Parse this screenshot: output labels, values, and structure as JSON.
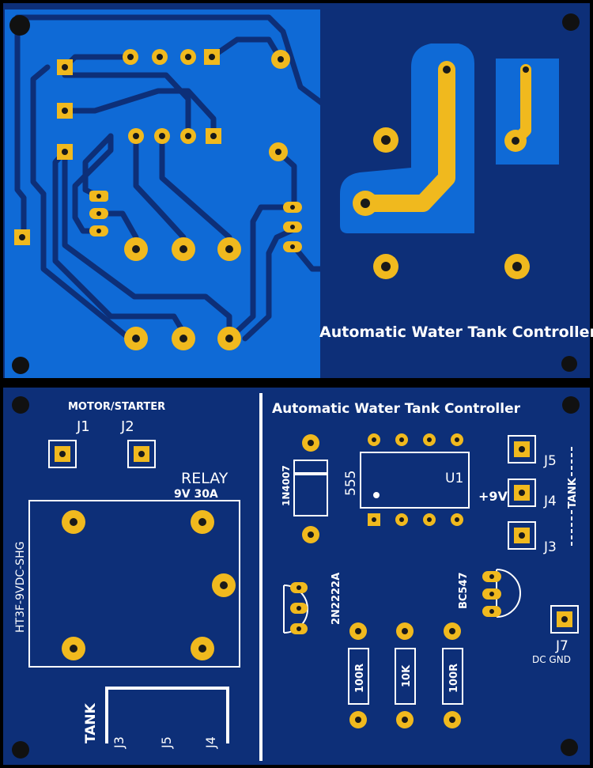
{
  "colors": {
    "background": "#000000",
    "board": "#0d2f78",
    "copper_fill": "#0f6ad6",
    "trace": "#0d2f78",
    "pad": "#f0b91e",
    "drill": "#1a1a1a",
    "silkscreen": "#ffffff"
  },
  "bottom_layer": {
    "title": "Automatic Water Tank Controller"
  },
  "top_layer": {
    "title": "Automatic Water Tank Controller",
    "motor_label": "MOTOR/STARTER",
    "j1": "J1",
    "j2": "J2",
    "relay": "RELAY",
    "relay_rating": "9V 30A",
    "relay_part": "HT3F-9VDC-SHG",
    "tank": "TANK",
    "j3_bottom": "J3",
    "j5_bottom": "J5",
    "j4_bottom": "J4",
    "diode": "1N4007",
    "timer": "555",
    "u1": "U1",
    "plus9v": "+9V",
    "j5": "J5",
    "j4": "J4",
    "j3": "J3",
    "tank_side": "TANK",
    "q1": "2N2222A",
    "q2": "BC547",
    "r1": "100R",
    "r2": "10K",
    "r3": "100R",
    "j7": "J7",
    "dc_gnd": "DC GND"
  }
}
